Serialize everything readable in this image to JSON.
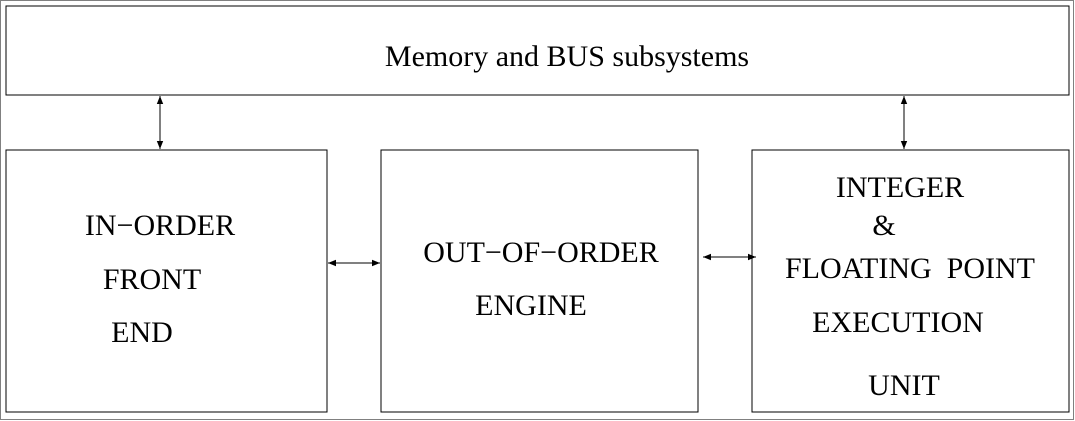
{
  "memory_block": {
    "label": "Memory and BUS subsystems"
  },
  "front_end_block": {
    "lines": [
      "IN−ORDER",
      "FRONT",
      "END"
    ]
  },
  "ooo_engine_block": {
    "lines": [
      "OUT−OF−ORDER",
      "ENGINE"
    ]
  },
  "execution_block": {
    "lines": [
      "INTEGER",
      "&",
      "FLOATING  POINT",
      "EXECUTION",
      "UNIT"
    ]
  },
  "connectors": [
    {
      "from": "memory_block",
      "to": "front_end_block",
      "direction": "bidirectional"
    },
    {
      "from": "memory_block",
      "to": "execution_block",
      "direction": "bidirectional"
    },
    {
      "from": "front_end_block",
      "to": "ooo_engine_block",
      "direction": "bidirectional"
    },
    {
      "from": "ooo_engine_block",
      "to": "execution_block",
      "direction": "bidirectional"
    }
  ],
  "colors": {
    "stroke": "#000000",
    "background": "#ffffff",
    "frame": "#808080"
  }
}
